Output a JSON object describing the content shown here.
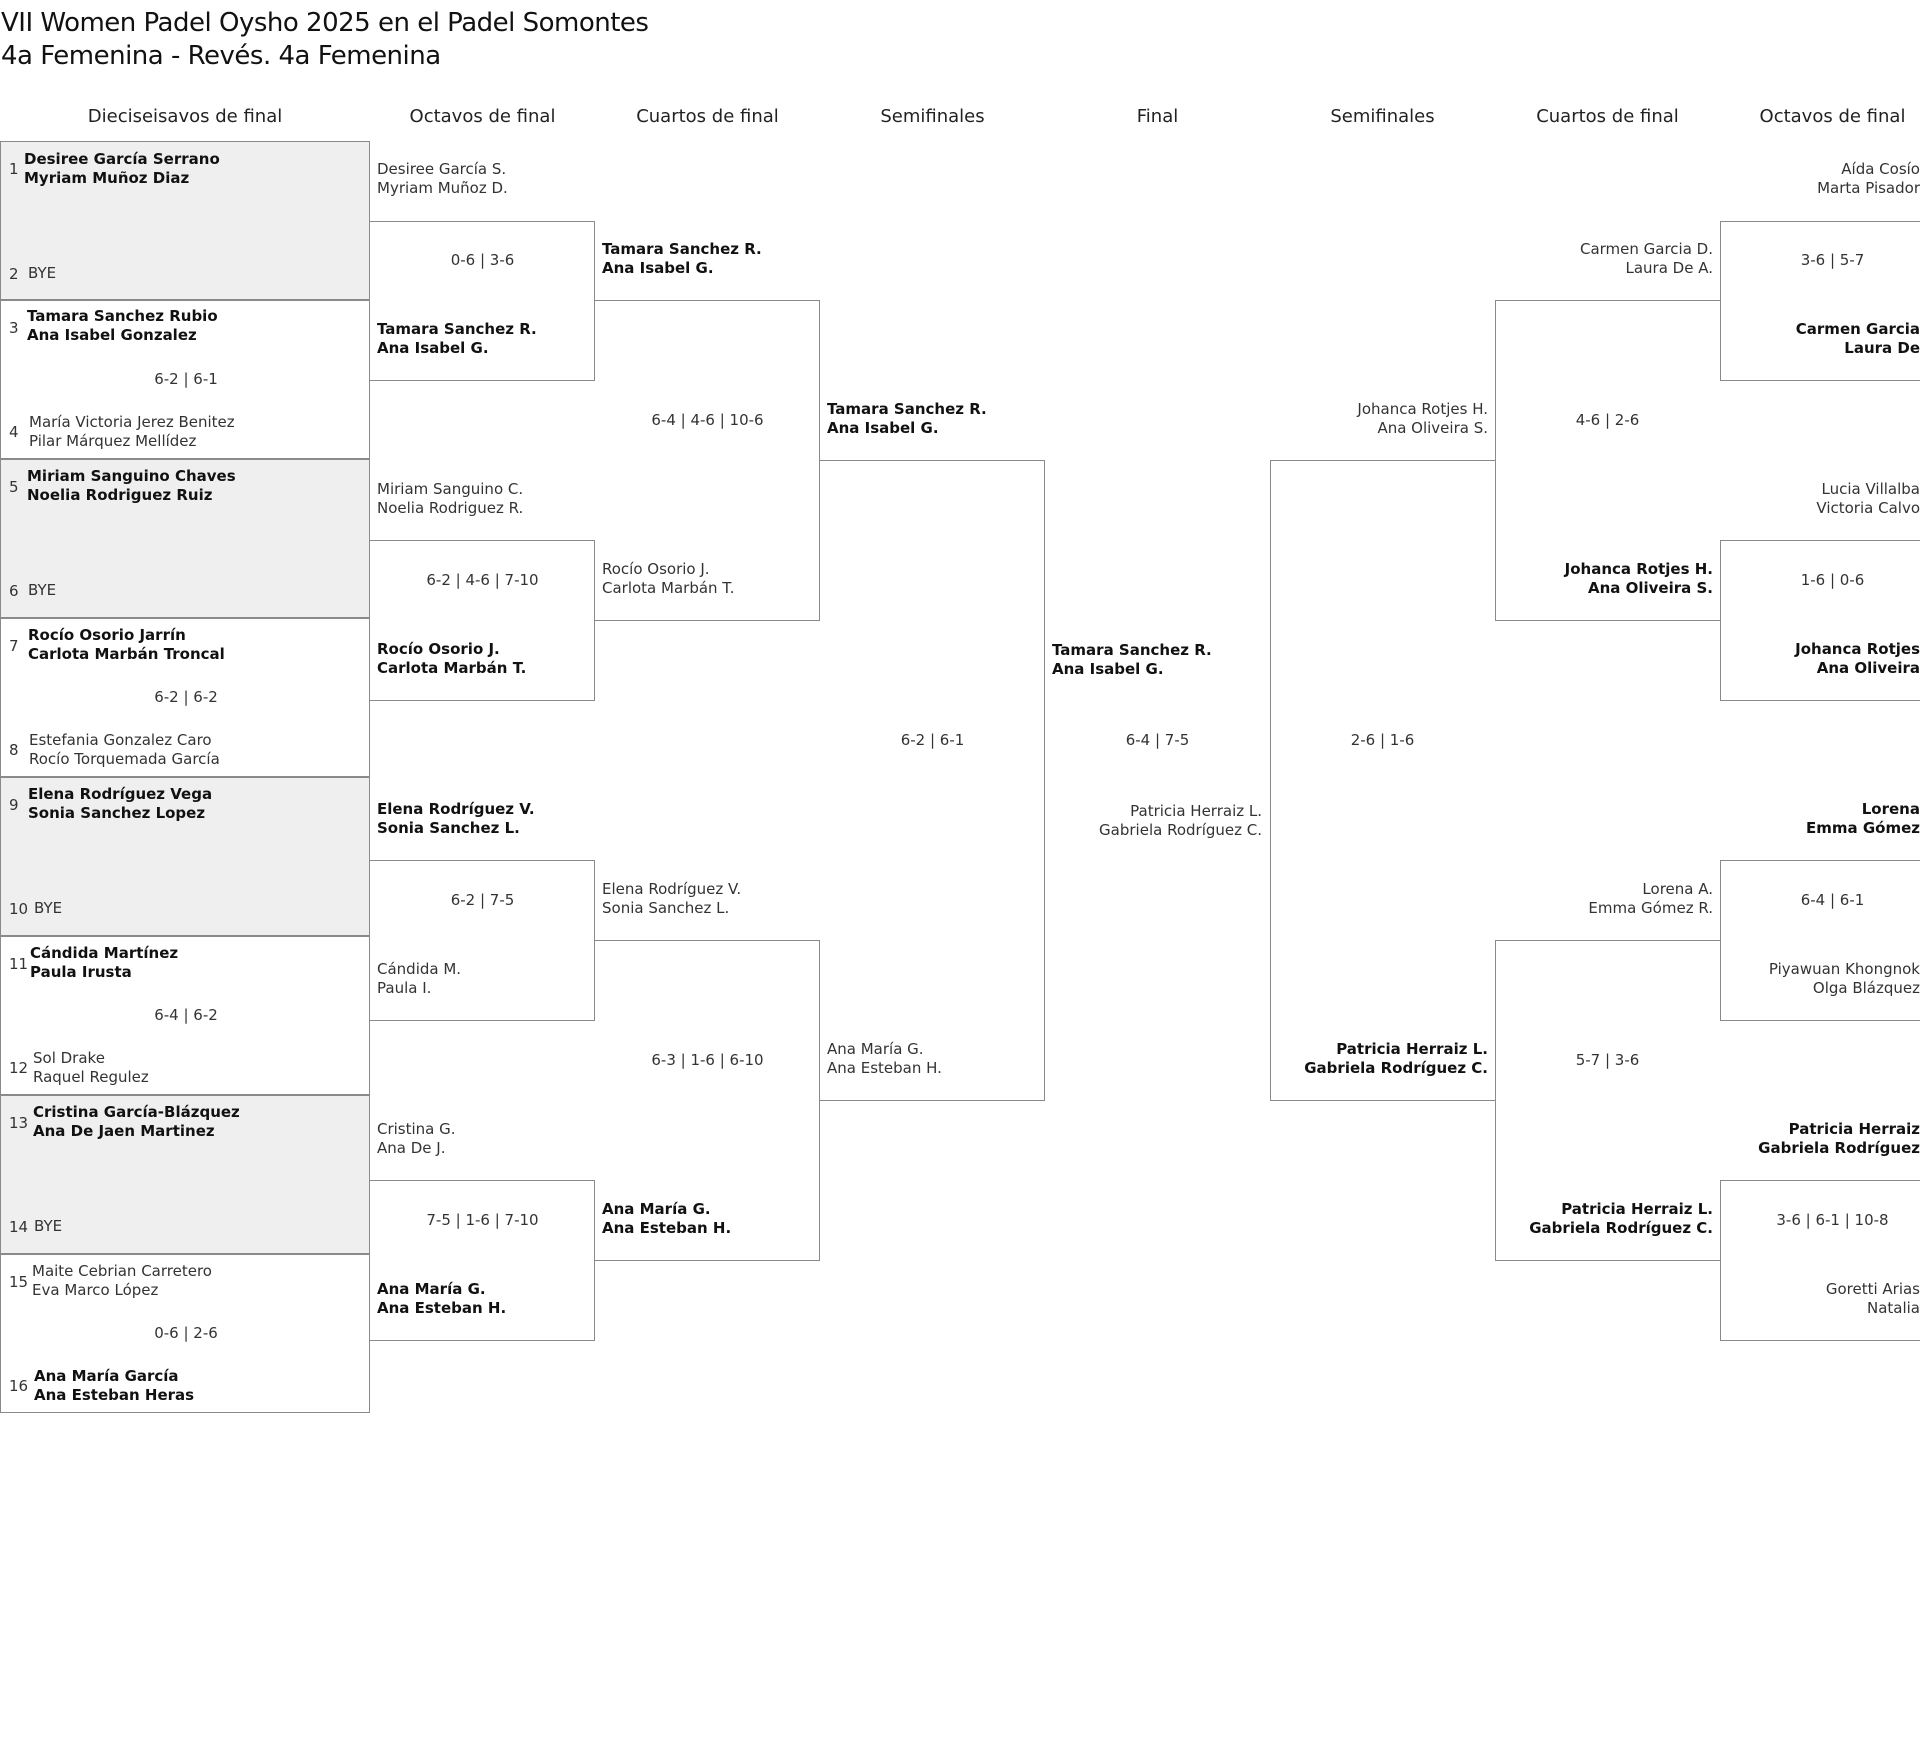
{
  "title": {
    "line1": "VII Women Padel Oysho 2025 en el Padel Somontes",
    "line2": "4a Femenina - Revés. 4a Femenina"
  },
  "rounds": {
    "r32": "Dieciseisavos de final",
    "r16_left": "Octavos de final",
    "qf_left": "Cuartos de final",
    "sf_left": "Semifinales",
    "final": "Final",
    "sf_right": "Semifinales",
    "qf_right": "Cuartos de final",
    "r16_right": "Octavos de final"
  },
  "r32": {
    "matches": [
      {
        "top": {
          "seed": "1",
          "p1": "Desiree García Serrano",
          "p2": "Myriam Muñoz Diaz"
        },
        "bottom": {
          "seed": "2",
          "p1": "BYE",
          "p2": ""
        },
        "score": ""
      },
      {
        "top": {
          "seed": "3",
          "p1": "Tamara Sanchez Rubio",
          "p2": "Ana Isabel Gonzalez"
        },
        "bottom": {
          "seed": "4",
          "p1": "María Victoria Jerez Benitez",
          "p2": "Pilar Márquez Mellídez"
        },
        "score": "6-2 | 6-1"
      },
      {
        "top": {
          "seed": "5",
          "p1": "Miriam Sanguino Chaves",
          "p2": "Noelia Rodriguez Ruiz"
        },
        "bottom": {
          "seed": "6",
          "p1": "BYE",
          "p2": ""
        },
        "score": ""
      },
      {
        "top": {
          "seed": "7",
          "p1": "Rocío Osorio Jarrín",
          "p2": "Carlota Marbán Troncal"
        },
        "bottom": {
          "seed": "8",
          "p1": "Estefania Gonzalez Caro",
          "p2": "Rocío Torquemada García"
        },
        "score": "6-2 | 6-2"
      },
      {
        "top": {
          "seed": "9",
          "p1": "Elena Rodríguez Vega",
          "p2": "Sonia Sanchez Lopez"
        },
        "bottom": {
          "seed": "10",
          "p1": "BYE",
          "p2": ""
        },
        "score": ""
      },
      {
        "top": {
          "seed": "11",
          "p1": "Cándida Martínez",
          "p2": "Paula Irusta"
        },
        "bottom": {
          "seed": "12",
          "p1": "Sol Drake",
          "p2": "Raquel Regulez"
        },
        "score": "6-4 | 6-2"
      },
      {
        "top": {
          "seed": "13",
          "p1": "Cristina García-Blázquez",
          "p2": "Ana De Jaen Martinez"
        },
        "bottom": {
          "seed": "14",
          "p1": "BYE",
          "p2": ""
        },
        "score": ""
      },
      {
        "top": {
          "seed": "15",
          "p1": "Maite Cebrian Carretero",
          "p2": "Eva Marco López"
        },
        "bottom": {
          "seed": "16",
          "p1": "Ana María García",
          "p2": "Ana Esteban Heras"
        },
        "score": "0-6 | 2-6"
      }
    ]
  },
  "left_r16": [
    {
      "top": {
        "p1": "Desiree García S.",
        "p2": "Myriam Muñoz D."
      },
      "bottom": {
        "p1": "Tamara Sanchez R.",
        "p2": "Ana Isabel G."
      },
      "score": "0-6 | 3-6"
    },
    {
      "top": {
        "p1": "Miriam Sanguino C.",
        "p2": "Noelia Rodriguez R."
      },
      "bottom": {
        "p1": "Rocío Osorio J.",
        "p2": "Carlota Marbán T."
      },
      "score": "6-2 | 4-6 | 7-10"
    },
    {
      "top": {
        "p1": "Elena Rodríguez V.",
        "p2": "Sonia Sanchez L."
      },
      "bottom": {
        "p1": "Cándida M.",
        "p2": "Paula I."
      },
      "score": "6-2 | 7-5"
    },
    {
      "top": {
        "p1": "Cristina G.",
        "p2": "Ana De J."
      },
      "bottom": {
        "p1": "Ana María G.",
        "p2": "Ana Esteban H."
      },
      "score": "7-5 | 1-6 | 7-10"
    }
  ],
  "left_qf": [
    {
      "top": {
        "p1": "Tamara Sanchez R.",
        "p2": "Ana Isabel G."
      },
      "bottom": {
        "p1": "Rocío Osorio J.",
        "p2": "Carlota Marbán T."
      },
      "score": "6-4 | 4-6 | 10-6"
    },
    {
      "top": {
        "p1": "Elena Rodríguez V.",
        "p2": "Sonia Sanchez L."
      },
      "bottom": {
        "p1": "Ana María G.",
        "p2": "Ana Esteban H."
      },
      "score": "6-3 | 1-6 | 6-10"
    }
  ],
  "left_sf": {
    "top": {
      "p1": "Tamara Sanchez R.",
      "p2": "Ana Isabel G."
    },
    "bottom": {
      "p1": "Ana María G.",
      "p2": "Ana Esteban H."
    },
    "score": "6-2 | 6-1"
  },
  "final": {
    "top": {
      "p1": "Tamara Sanchez R.",
      "p2": "Ana Isabel G."
    },
    "bottom": {
      "p1": "Patricia Herraiz L.",
      "p2": "Gabriela Rodríguez C."
    },
    "score": "6-4 | 7-5"
  },
  "right_sf": {
    "top": {
      "p1": "Johanca Rotjes H.",
      "p2": "Ana Oliveira S."
    },
    "bottom": {
      "p1": "Patricia Herraiz L.",
      "p2": "Gabriela Rodríguez C."
    },
    "score": "2-6 | 1-6"
  },
  "right_qf": [
    {
      "top": {
        "p1": "Carmen Garcia D.",
        "p2": "Laura De A."
      },
      "bottom": {
        "p1": "Johanca Rotjes H.",
        "p2": "Ana Oliveira S."
      },
      "score": "4-6 | 2-6"
    },
    {
      "top": {
        "p1": "Lorena A.",
        "p2": "Emma Gómez R."
      },
      "bottom": {
        "p1": "Patricia Herraiz L.",
        "p2": "Gabriela Rodríguez C."
      },
      "score": "5-7 | 3-6"
    }
  ],
  "right_r16": [
    {
      "top": {
        "p1": "Aída Cosío",
        "p2": "Marta Pisador"
      },
      "bottom": {
        "p1": "Carmen Garcia",
        "p2": "Laura De"
      },
      "score": "3-6 | 5-7"
    },
    {
      "top": {
        "p1": "Lucia Villalba",
        "p2": "Victoria Calvo"
      },
      "bottom": {
        "p1": "Johanca Rotjes",
        "p2": "Ana Oliveira"
      },
      "score": "1-6 | 0-6"
    },
    {
      "top": {
        "p1": "Lorena",
        "p2": "Emma Gómez"
      },
      "bottom": {
        "p1": "Piyawuan Khongnok",
        "p2": "Olga Blázquez"
      },
      "score": "6-4 | 6-1"
    },
    {
      "top": {
        "p1": "Patricia Herraiz",
        "p2": "Gabriela Rodríguez"
      },
      "bottom": {
        "p1": "Goretti Arias",
        "p2": "Natalia"
      },
      "score": "3-6 | 6-1 | 10-8"
    }
  ]
}
